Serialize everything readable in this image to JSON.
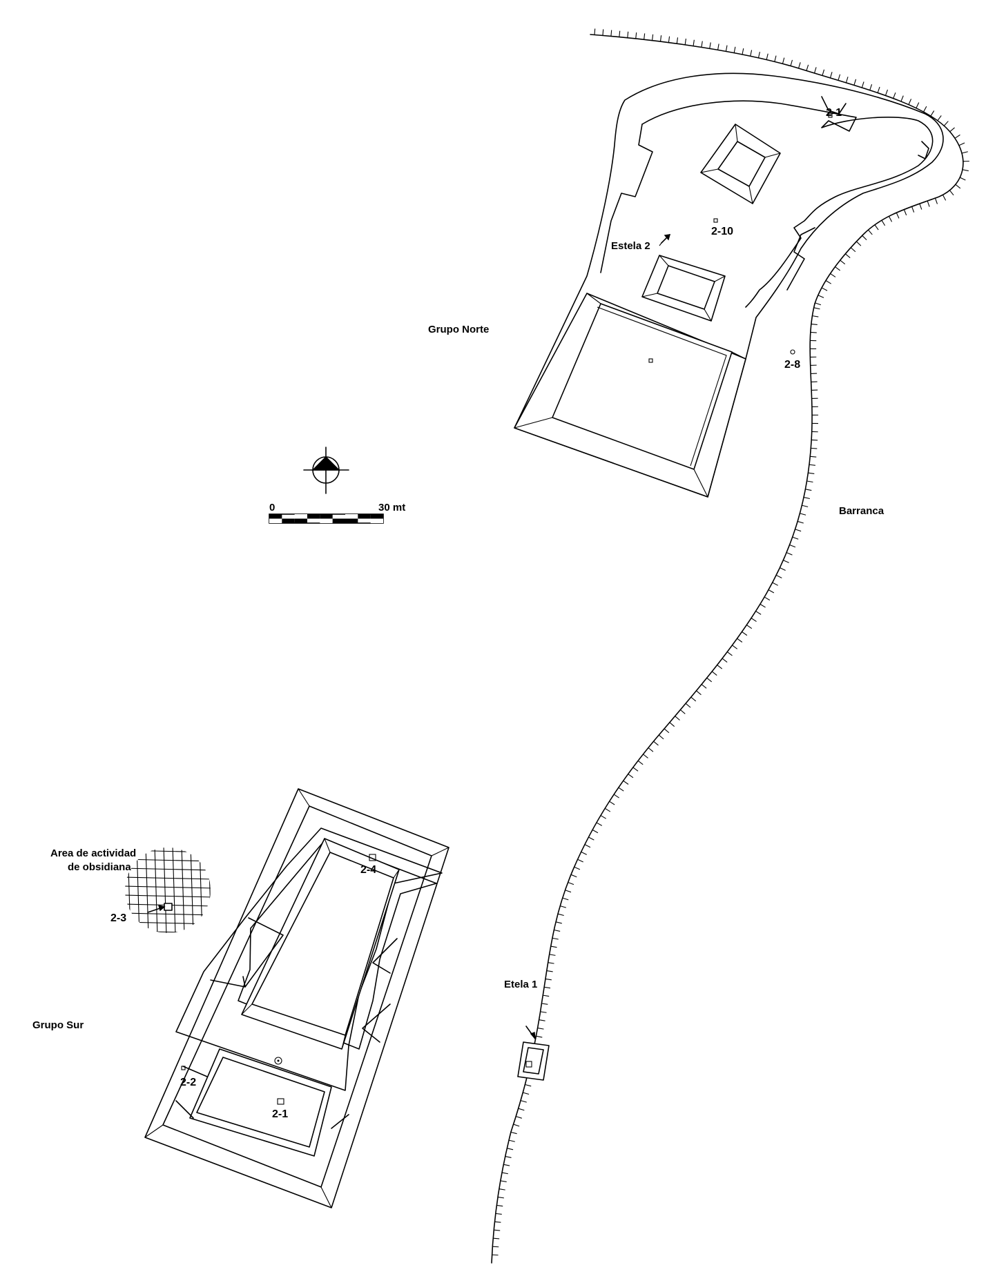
{
  "labels": {
    "grupo_norte": "Grupo Norte",
    "grupo_sur": "Grupo Sur",
    "barranca": "Barranca",
    "estela_2": "Estela 2",
    "etela_1": "Etela 1",
    "obsidian_area_line1": "Area de actividad",
    "obsidian_area_line2": "de obsidiana"
  },
  "markers": {
    "n_2_1": "2-1",
    "n_2_10": "2-10",
    "n_2_8": "2-8",
    "s_2_4": "2-4",
    "s_2_3": "2-3",
    "s_2_2": "2-2",
    "s_2_1": "2-1"
  },
  "scale_bar": {
    "start_label": "0",
    "end_label": "30 mt",
    "segments": 9
  },
  "icons": {
    "north_arrow": "north-arrow-icon"
  },
  "colors": {
    "ink": "#000000",
    "paper": "#ffffff"
  }
}
